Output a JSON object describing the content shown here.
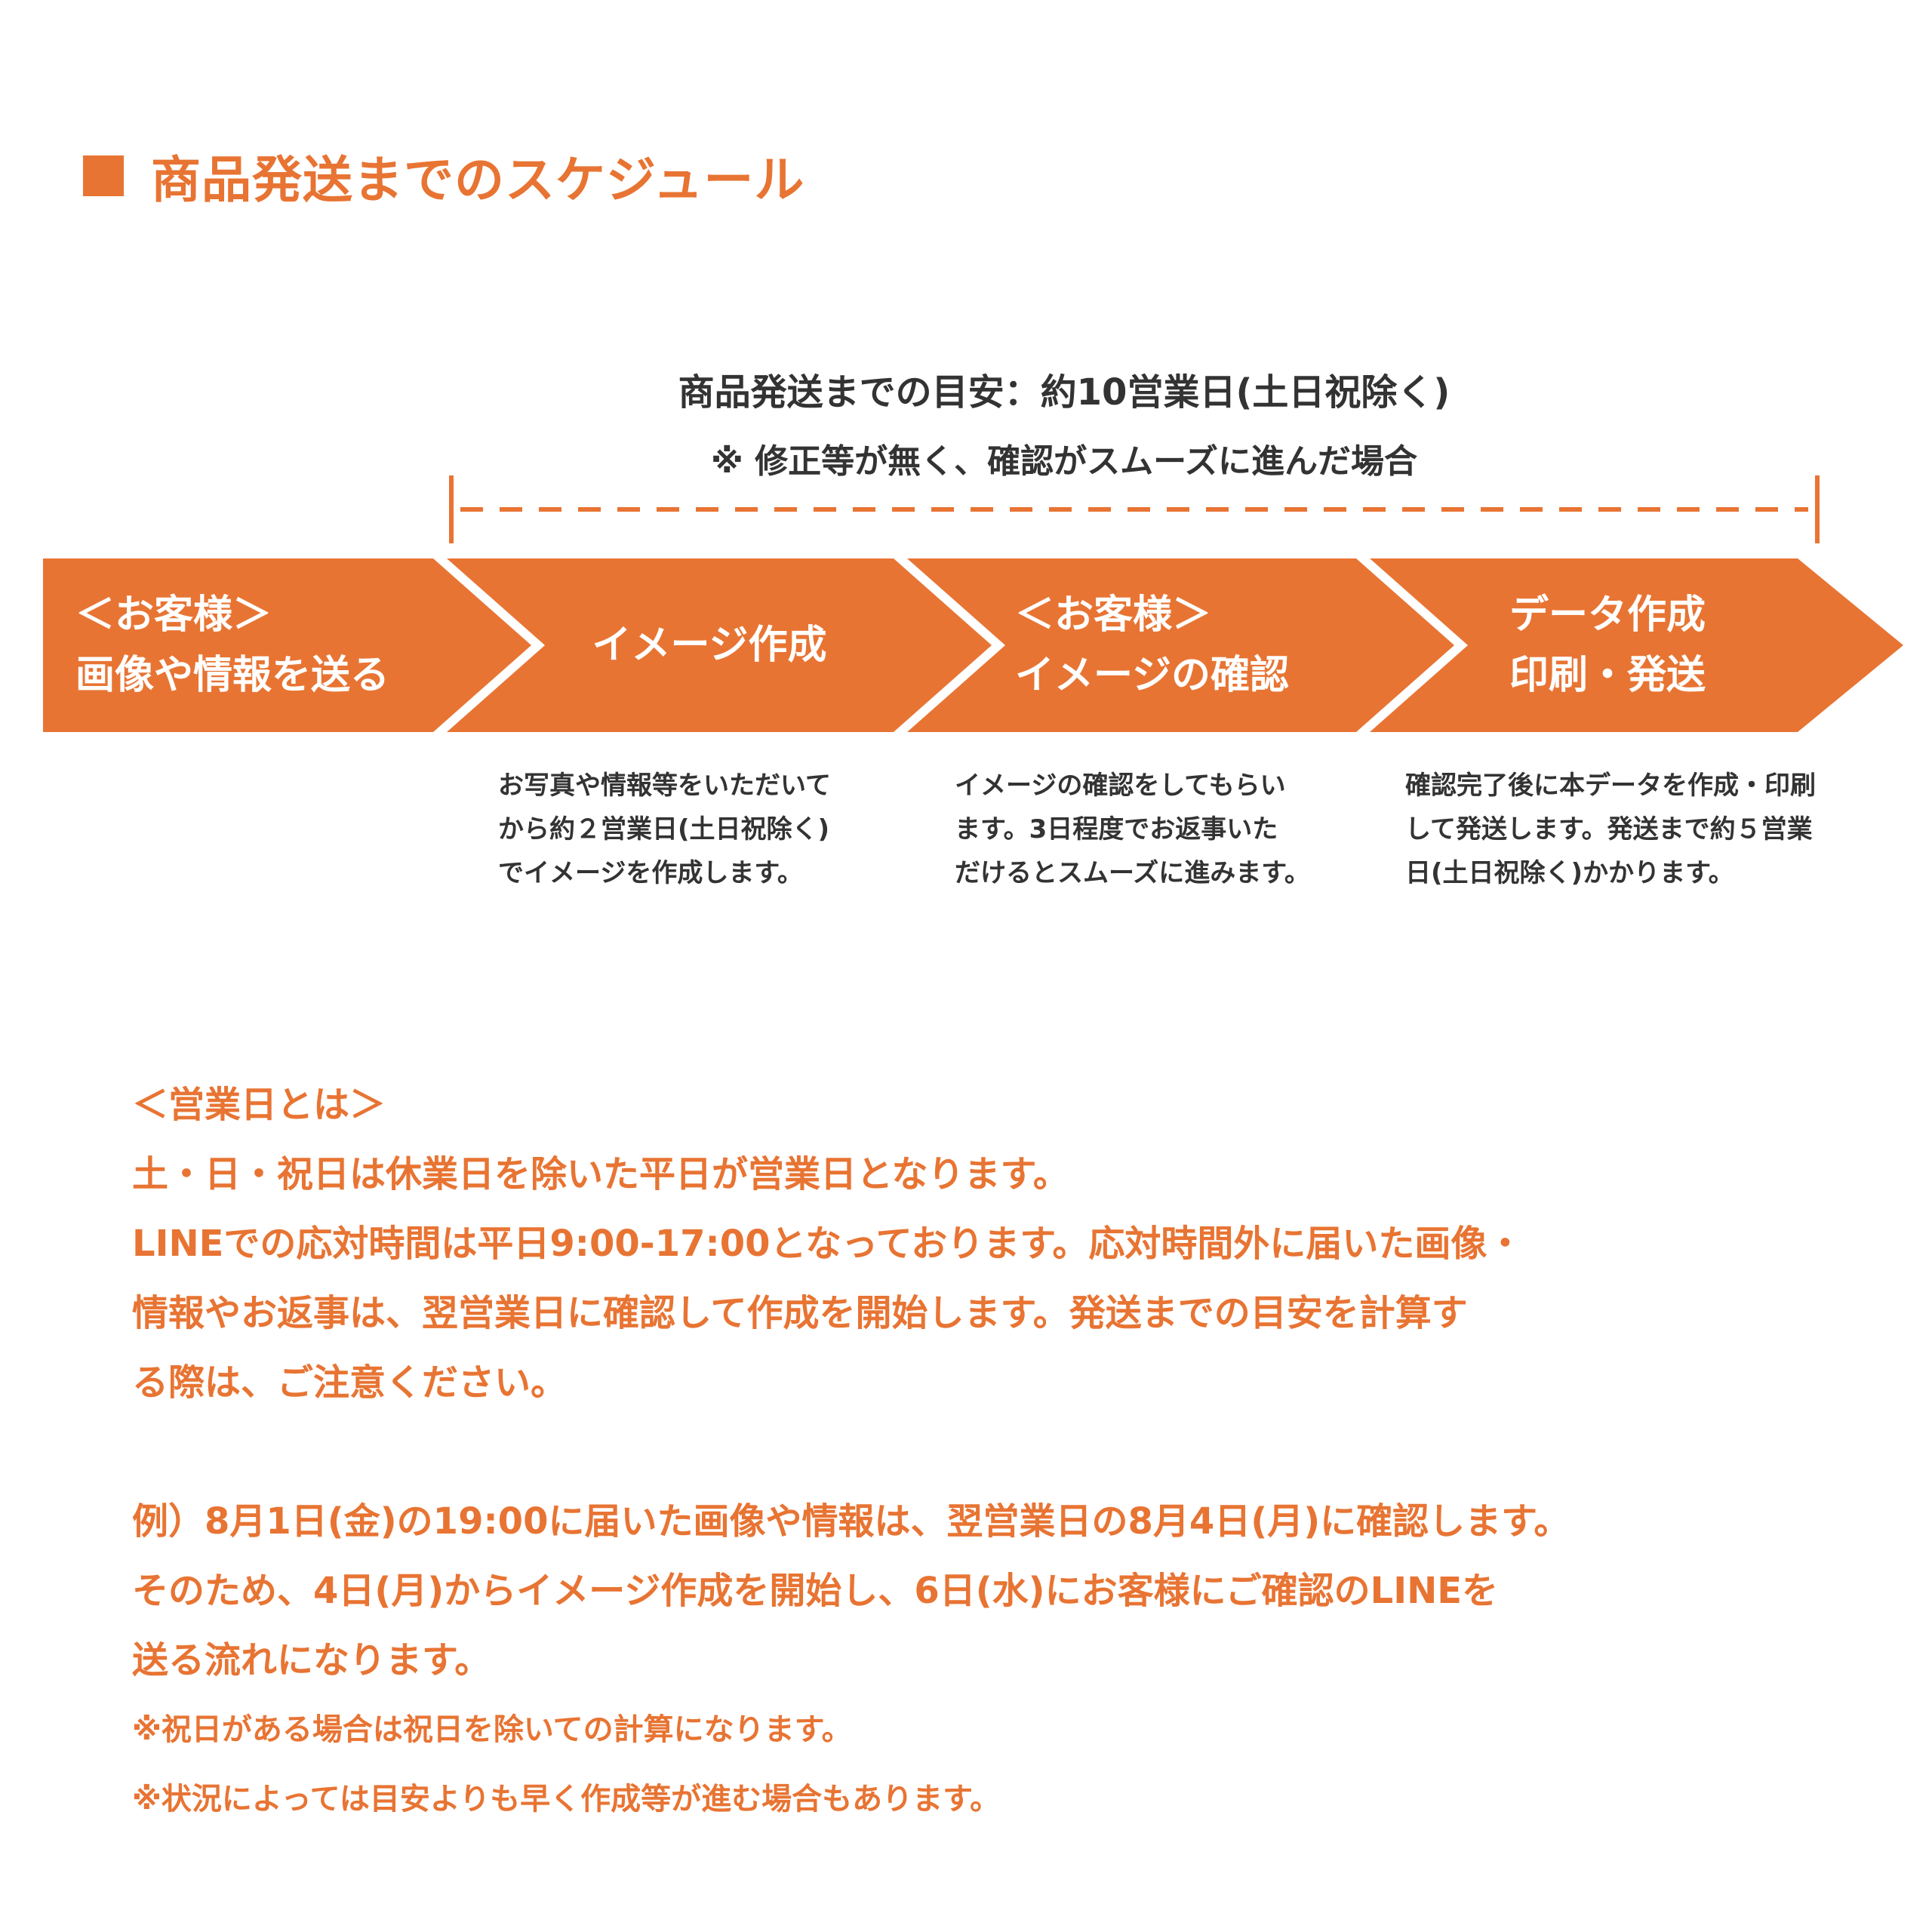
{
  "heading": {
    "title": "商品発送までのスケジュール"
  },
  "summary": {
    "title": "商品発送までの目安：約10営業日(土日祝除く)",
    "note": "※ 修正等が無く、確認がスムーズに進んだ場合"
  },
  "colors": {
    "accent": "#e87433",
    "text": "#333333"
  },
  "steps": [
    {
      "line1": "＜お客様＞",
      "line2": "画像や情報を送る",
      "desc": ""
    },
    {
      "line1": "イメージ作成",
      "line2": "",
      "desc": "お写真や情報等をいただいて\nから約２営業日(土日祝除く)\nでイメージを作成します。"
    },
    {
      "line1": "＜お客様＞",
      "line2": "イメージの確認",
      "desc": "イメージの確認をしてもらい\nます。3日程度でお返事いた\nだけるとスムーズに進みます。"
    },
    {
      "line1": "データ作成",
      "line2": "印刷・発送",
      "desc": "確認完了後に本データを作成・印刷\nして発送します。発送まで約５営業\n日(土日祝除く)かかります。"
    }
  ],
  "info": {
    "heading": "＜営業日とは＞",
    "lines": [
      "土・日・祝日は休業日を除いた平日が営業日となります。",
      "LINEでの応対時間は平日9:00-17:00となっております。応対時間外に届いた画像・",
      "情報やお返事は、翌営業日に確認して作成を開始します。発送までの目安を計算す",
      "る際は、ご注意ください。"
    ],
    "example": [
      "例）8月1日(金)の19:00に届いた画像や情報は、翌営業日の8月4日(月)に確認します。",
      "そのため、4日(月)からイメージ作成を開始し、6日(水)にお客様にご確認のLINEを",
      "送る流れになります。"
    ],
    "notes": [
      "※祝日がある場合は祝日を除いての計算になります。",
      "※状況によっては目安よりも早く作成等が進む場合もあります。"
    ]
  }
}
